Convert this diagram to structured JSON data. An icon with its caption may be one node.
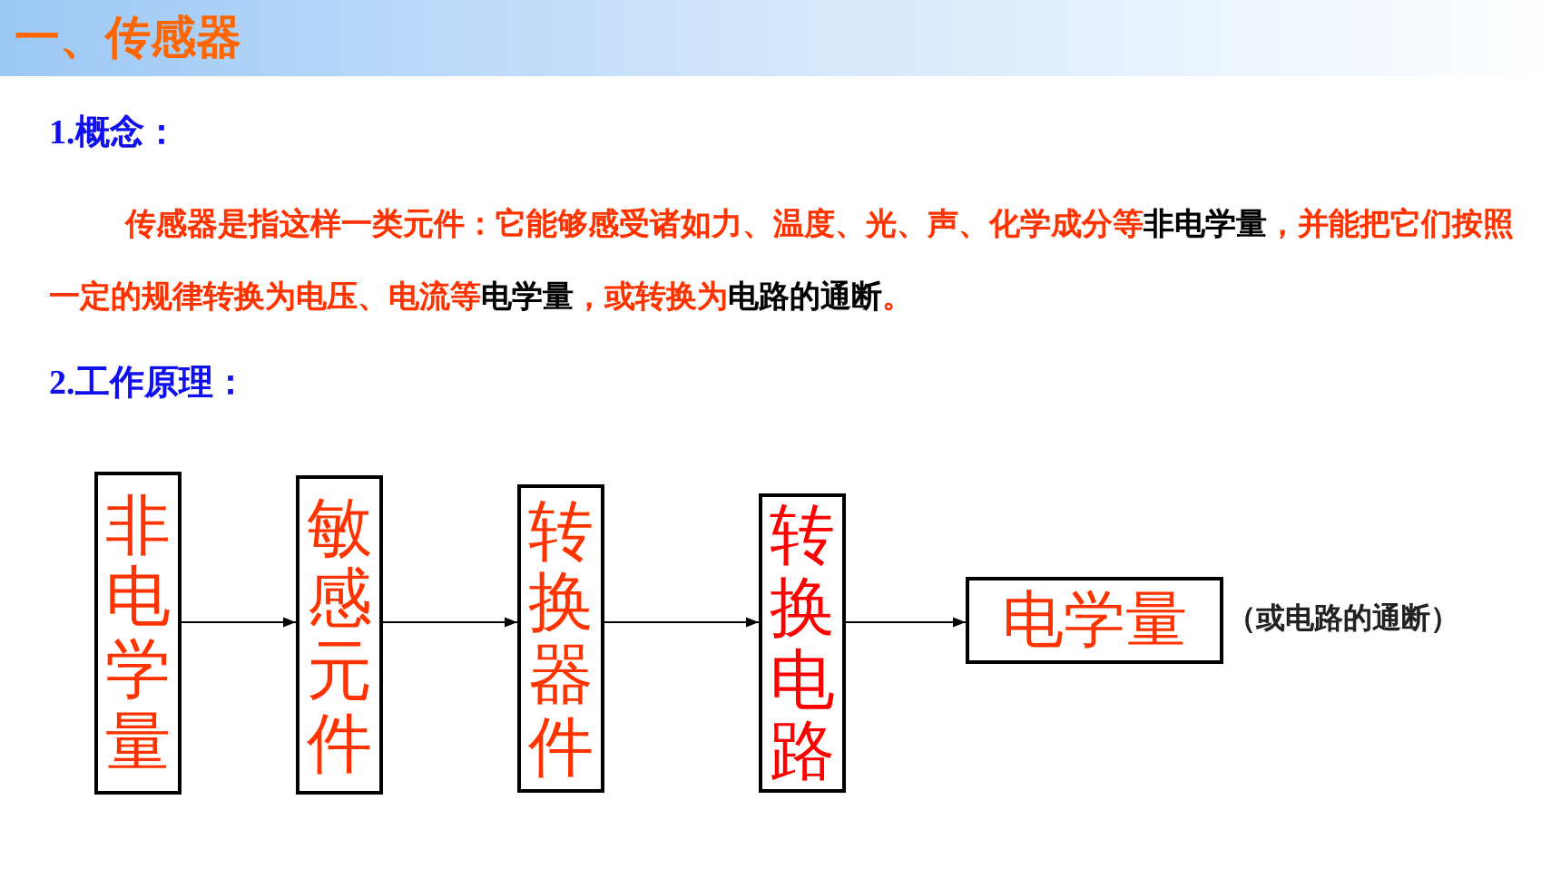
{
  "diagram": {
    "title": "一、传感器",
    "nodes": [
      {
        "text": [
          "非电学量"
        ]
      },
      {
        "text": [
          "敏感元件"
        ]
      },
      {
        "text": [
          "转换器件"
        ]
      },
      {
        "text": [
          "转换电路"
        ]
      },
      {
        "text": [
          "电学量"
        ],
        "beside": [
          "（或电路的通断）"
        ]
      }
    ],
    "edges": [
      {
        "from": 0,
        "to": 1,
        "arrow": "to"
      },
      {
        "from": 1,
        "to": 2,
        "arrow": "to"
      },
      {
        "from": 2,
        "to": 3,
        "arrow": "to"
      },
      {
        "from": 3,
        "to": 4,
        "arrow": "to"
      }
    ],
    "labels": [
      "1.概念：",
      "传感器是指这样一类元件：它能够感受诸如力、温度、光、声、化学成分等**非电学量**，并能把它们按照一定的规律转换为电压、电流等**电学量**，或转换为**电路的通断**。",
      "2.工作原理："
    ]
  }
}
